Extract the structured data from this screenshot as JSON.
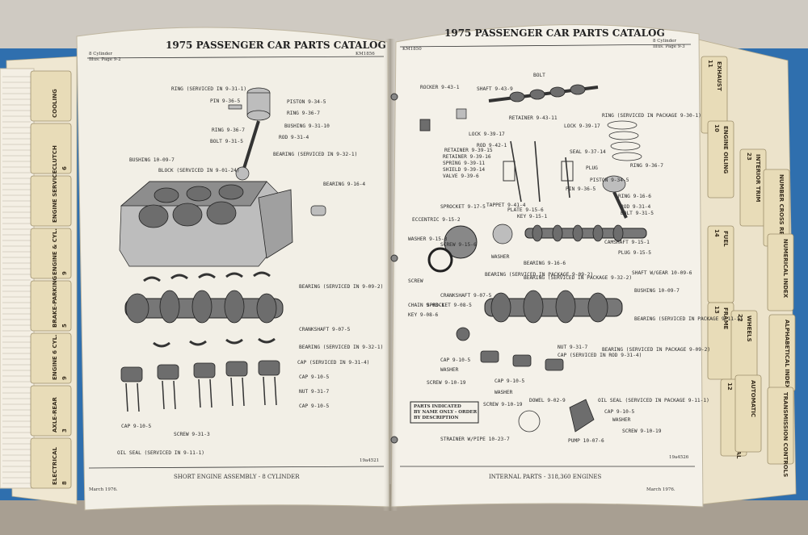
{
  "left_page": {
    "header": "1975 PASSENGER CAR PARTS CATALOG",
    "corner_left": "8 Cylinder\nIllus. Page 9-2",
    "corner_right": "KM1856",
    "footer_title": "SHORT ENGINE ASSEMBLY - 8 CYLINDER",
    "footer_date": "March 1976.",
    "fig_no": "19a4521",
    "labels": [
      "RING (SERVICED IN 9-31-1)",
      "PIN 9-36-5",
      "PISTON 9-34-5",
      "RING 9-36-7",
      "RING 9-36-7",
      "BUSHING 9-31-10",
      "BOLT 9-31-5",
      "ROD 9-31-4",
      "BEARING (SERVICED IN 9-32-1)",
      "BUSHING 10-09-7",
      "BLOCK (SERVICED IN 9-01-24)",
      "BEARING 9-16-4",
      "BEARING (SERVICED IN 9-09-2)",
      "CRANKSHAFT 9-07-5",
      "BEARING (SERVICED IN 9-32-1)",
      "CAP (SERVICED IN 9-31-4)",
      "CAP 9-10-5",
      "NUT 9-31-7",
      "CAP 9-10-5",
      "CAP 9-10-5",
      "SCREW 9-31-3",
      "OIL SEAL (SERVICED IN 9-11-1)"
    ]
  },
  "right_page": {
    "header": "1975 PASSENGER CAR PARTS CATALOG",
    "corner_left": "KM1850",
    "corner_right": "8 Cylinder\nIllus. Page 9-3",
    "footer_title": "INTERNAL PARTS - 318,360 ENGINES",
    "footer_date": "March 1976.",
    "fig_no": "19a4526",
    "note": "PARTS INDICATED BY NAME ONLY - ORDER BY DESCRIPTION",
    "labels": [
      "BOLT",
      "ROCKER 9-43-1",
      "SHAFT 9-43-9",
      "RETAINER 9-43-11",
      "RING (SERVICED IN PACKAGE 9-30-1)",
      "LOCK 9-39-17",
      "RETAINER 9-39-15",
      "LOCK 9-39-17",
      "SEAL 9-37-14",
      "RETAINER 9-39-16",
      "SPRING 9-39-11",
      "ROD 9-42-1",
      "SHIELD 9-39-14",
      "VALVE 9-39-6",
      "PLUG",
      "PISTON 9-34-5",
      "PIN 9-36-5",
      "RING 9-36-7",
      "RING 9-16-6",
      "SPROCKET 9-17-5",
      "TAPPET 9-41-4",
      "PLATE 9-15-6",
      "KEY 9-15-1",
      "ECCENTRIC 9-15-2",
      "ROD 9-31-4",
      "BOLT 9-31-5",
      "CAMSHAFT 9-15-1",
      "PLUG 9-15-5",
      "WASHER 9-15-3",
      "SCREW 9-15-6",
      "WASHER",
      "BEARING 9-16-6",
      "SCREW",
      "BEARING (SERVICED IN PACKAGE 9-09-2)",
      "BEARING (SERVICED IN PACKAGE 9-32-2)",
      "SHAFT W/GEAR 10-09-6",
      "CRANKSHAFT 9-07-5",
      "BUSHING 10-09-7",
      "CHAIN 9-03-1",
      "SPROCKET 9-08-5",
      "KEY 9-08-6",
      "BEARING (SERVICED IN PACKAGE 9-11-1)",
      "NUT 9-31-7",
      "CAP (SERVICED IN ROD 9-31-4)",
      "CAP 9-10-5",
      "WASHER",
      "SCREW 9-10-19",
      "CAP 9-10-5",
      "WASHER",
      "BEARING (SERVICED IN PACKAGE 9-09-2)",
      "DOWEL 9-02-9",
      "OIL SEAL (SERVICED IN PACKAGE 9-11-1)",
      "CAP 9-10-5",
      "SCREW 9-10-19",
      "WASHER",
      "SCREW 9-10-19",
      "STRAINER W/PIPE 10-23-7",
      "PUMP 10-07-6"
    ]
  },
  "right_tabs": [
    {
      "number": "11",
      "text": "EXHAUST"
    },
    {
      "number": "10",
      "text": "ENGINE OILING"
    },
    {
      "number": "23",
      "text": "INTERIOR TRIM"
    },
    {
      "number": "",
      "text": "NUMBER CROSS REFERENCE"
    },
    {
      "number": "14",
      "text": "FUEL"
    },
    {
      "number": "",
      "text": "NUMERICAL INDEX"
    },
    {
      "number": "13",
      "text": "FRAME"
    },
    {
      "number": "22",
      "text": "WHEELS"
    },
    {
      "number": "",
      "text": "ALPHABETICAL INDEX"
    },
    {
      "number": "12",
      "text": "FENDERS SHEET METAL"
    },
    {
      "number": "",
      "text": "AUTOMATIC"
    },
    {
      "number": "",
      "text": "TRANSMISSION CONTROLS"
    }
  ],
  "left_tabs": [
    {
      "number": "",
      "text": "COOLING"
    },
    {
      "number": "6",
      "text": "CLUTCH"
    },
    {
      "number": "",
      "text": "ENGINE SERVICE"
    },
    {
      "number": "9",
      "text": "ENGINE & CYL."
    },
    {
      "number": "5",
      "text": "BRAKE-PARKING"
    },
    {
      "number": "9",
      "text": "ENGINE 6 CYL."
    },
    {
      "number": "3",
      "text": "AXLE-REAR"
    },
    {
      "number": "8",
      "text": "ELECTRICAL"
    }
  ],
  "colors": {
    "binder_blue": "#2f6fae",
    "page": "#f2efe6",
    "tab": "#e8dcb8",
    "background": "#c9c4bc"
  }
}
